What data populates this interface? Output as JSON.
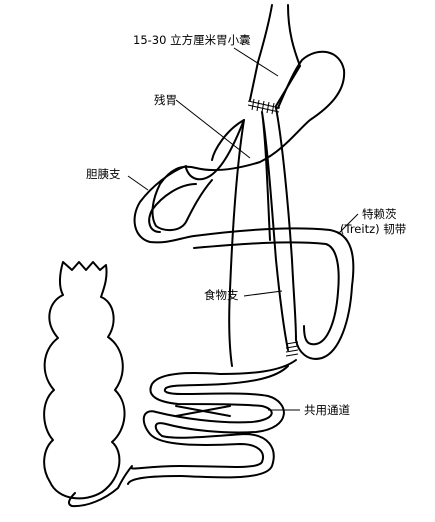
{
  "labels": {
    "pouch": "15-30 立方厘米胃小囊",
    "remnant_stomach": "残胃",
    "biliopancreatic_limb": "胆胰支",
    "ligament_line1": "特赖茨",
    "ligament_line2": "(Treitz) 韧带",
    "roux_limb": "食物支",
    "common_channel": "共用通道"
  },
  "colors": {
    "stroke": "#000000",
    "fill": "#ffffff"
  }
}
